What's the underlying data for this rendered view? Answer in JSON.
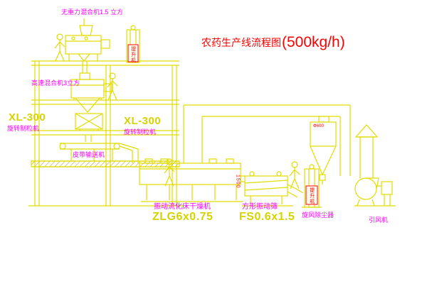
{
  "title": {
    "text": "农药生产线流程图",
    "capacity": "(500kg/h)"
  },
  "labels": {
    "top_mixer": "无重力混合机1.5 立方",
    "high_speed_mixer": "高速混合机3立方",
    "xl300_left": "XL-300",
    "granulator_left": "旋转制粒机",
    "xl300_center": "XL-300",
    "granulator_center": "旋转制粒机",
    "belt_conveyor": "皮带输送机",
    "dryer_name": "振动流化床干燥机",
    "dryer_model": "ZLG6x0.75",
    "screen_name": "方形振动筛",
    "screen_model": "FS0.6x1.5",
    "cyclone": "旋风除尘器",
    "fan": "引风机",
    "hoist_top": "提升机",
    "hoist_bottom": "提升机",
    "dim_screen": "1500",
    "dim_cyclone": "Φ600"
  },
  "colors": {
    "background": "#ffffff",
    "line_yellow": "#e0dd00",
    "label_magenta": "#ff00ff",
    "accent_red": "#ff0000",
    "text_yellow": "#d6d300"
  }
}
